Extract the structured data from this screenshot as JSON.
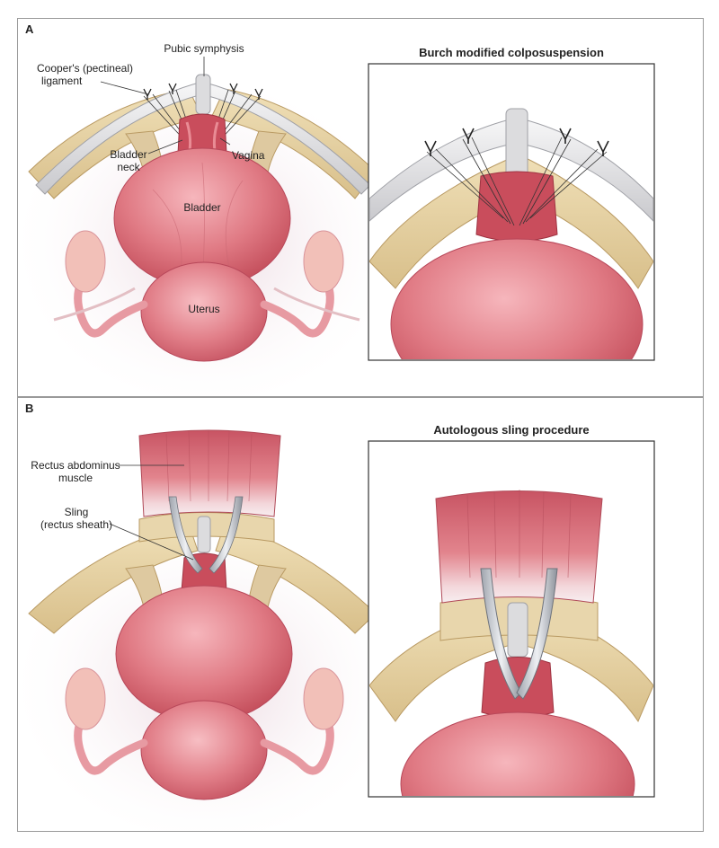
{
  "panels": [
    {
      "letter": "A",
      "inset_title": "Burch modified colposuspension",
      "labels": {
        "pubic_symphysis": "Pubic symphysis",
        "coopers_ligament_line1": "Cooper's (pectineal)",
        "coopers_ligament_line2": "ligament",
        "bladder_neck_line1": "Bladder",
        "bladder_neck_line2": "neck",
        "vagina": "Vagina",
        "bladder": "Bladder",
        "uterus": "Uterus"
      }
    },
    {
      "letter": "B",
      "inset_title": "Autologous sling procedure",
      "labels": {
        "rectus_line1": "Rectus abdominus",
        "rectus_line2": "muscle",
        "sling_line1": "Sling",
        "sling_line2": "(rectus sheath)"
      }
    }
  ],
  "colors": {
    "bone": "#e6d2a4",
    "bone_edge": "#b99a63",
    "ligament": "#e8e8ea",
    "organ": "#e07a84",
    "organ_dark": "#c44e5c",
    "muscle": "#d9707b",
    "ovary": "#f2c0b8",
    "border": "#9a9a9a"
  }
}
